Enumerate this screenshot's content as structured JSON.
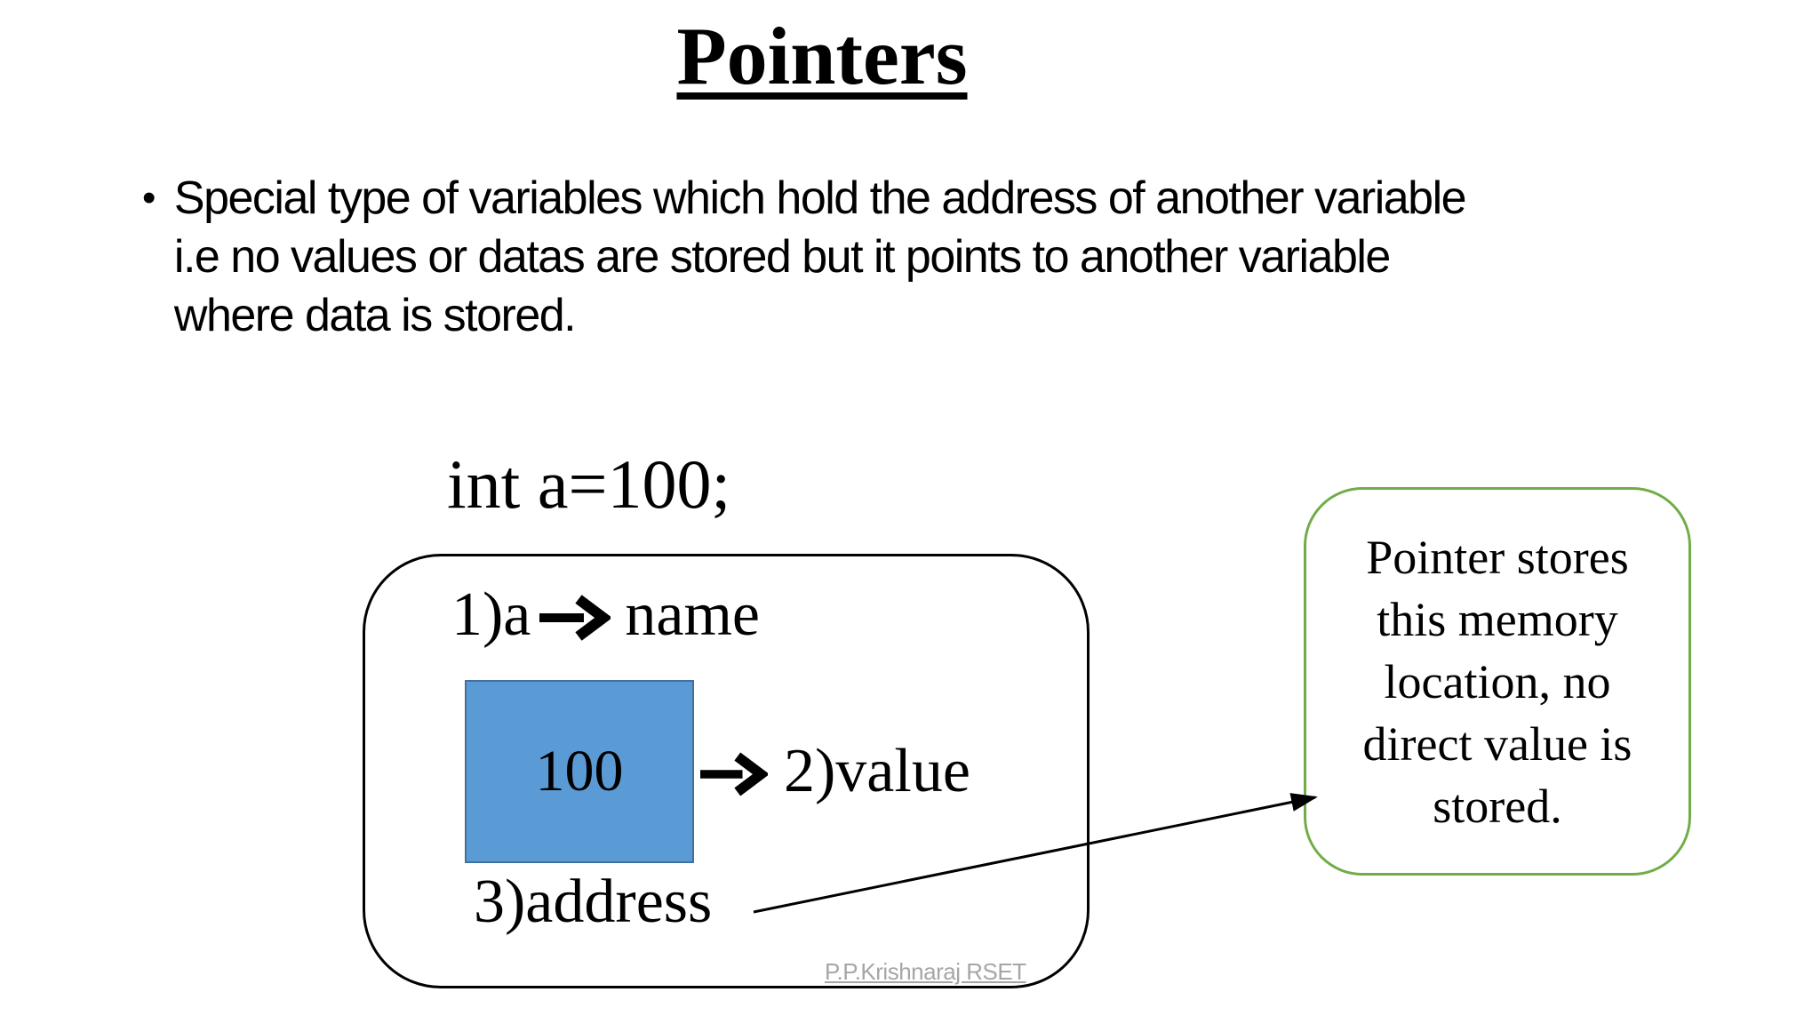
{
  "slide": {
    "title": "Pointers",
    "bullet": {
      "marker": "•",
      "lines": [
        "Special type of variables which hold the address of another variable",
        "i.e no values or datas are stored but it points to another variable",
        "where data is stored."
      ]
    },
    "code": "int a=100;",
    "diagram": {
      "name_prefix": "1)a",
      "name_text": "name",
      "stored_value": "100",
      "value_text": "2)value",
      "address_text": "3)address"
    },
    "note": {
      "lines": [
        "Pointer stores",
        "this memory",
        "location, no",
        "direct value is",
        "stored."
      ]
    },
    "watermark": "P.P.Krishnaraj RSET",
    "icons": {
      "inline_arrow": "right-arrow",
      "connector": "thin-line-right-arrow"
    },
    "colors": {
      "value_box_fill": "#5B9BD5",
      "value_box_border": "#41719C",
      "note_border": "#70AD47",
      "watermark_text": "#A6A6A6"
    }
  }
}
